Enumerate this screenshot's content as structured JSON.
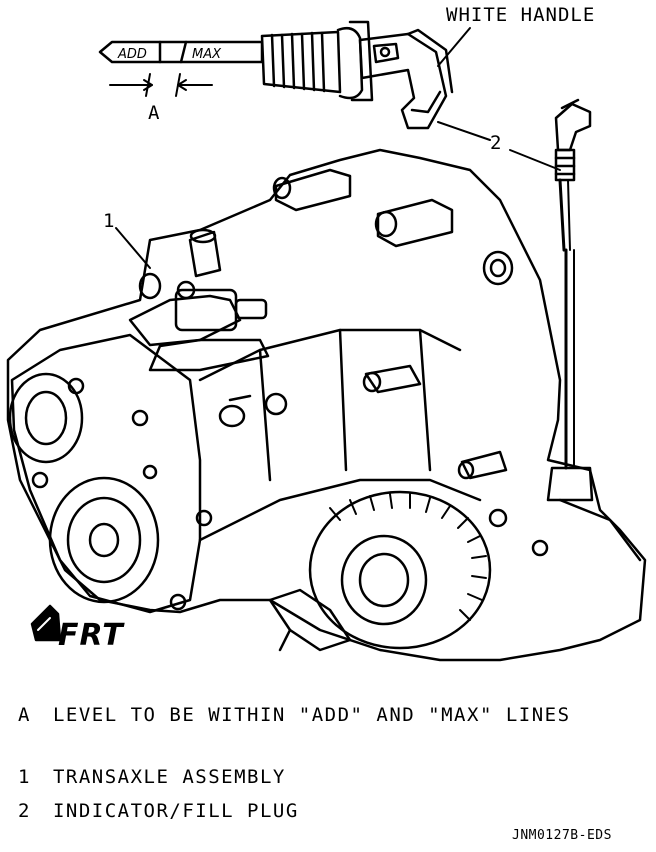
{
  "callouts": {
    "white_handle": "WHITE HANDLE",
    "a": "A",
    "one": "1",
    "two": "2",
    "frt": "FRT"
  },
  "dipstick": {
    "add": "ADD",
    "max": "MAX"
  },
  "legend": [
    {
      "key": "A",
      "text": "LEVEL TO BE WITHIN \"ADD\" AND \"MAX\" LINES"
    },
    {
      "key": "1",
      "text": "TRANSAXLE ASSEMBLY"
    },
    {
      "key": "2",
      "text": "INDICATOR/FILL PLUG"
    }
  ],
  "figure_code": "JNM0127B-EDS"
}
